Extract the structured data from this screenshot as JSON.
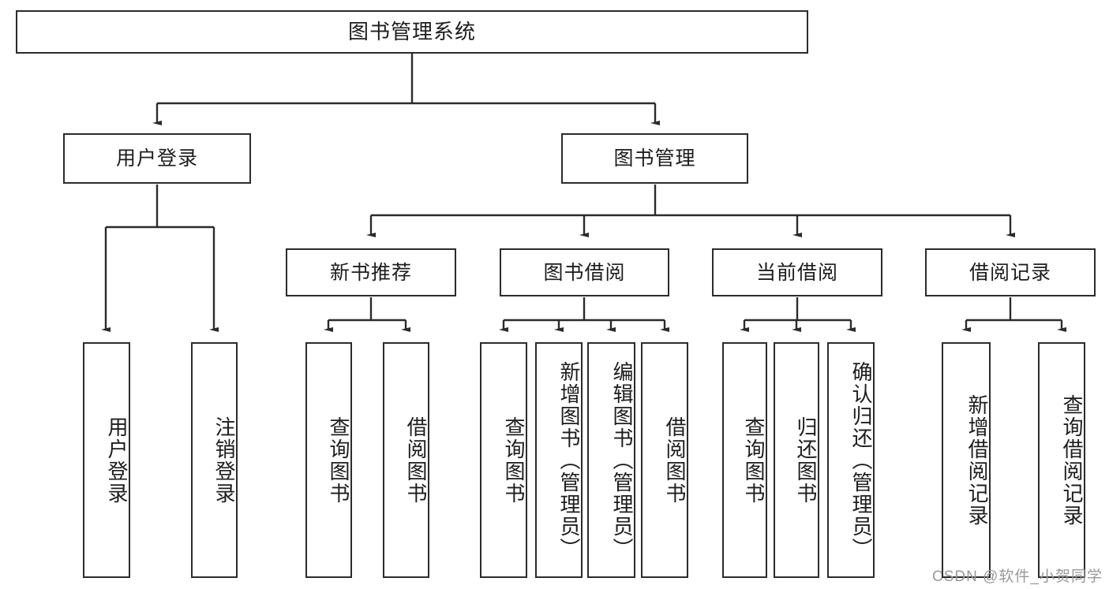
{
  "diagram": {
    "title": "图书管理系统",
    "type": "tree-hierarchy",
    "colors": {
      "box_border": "#2b2b2b",
      "box_fill": "#ffffff",
      "connector": "#2b2b2b",
      "text": "#1d1d1d",
      "watermark": "#9a9a9a"
    },
    "root": {
      "label": "图书管理系统"
    },
    "level2": [
      {
        "label": "用户登录"
      },
      {
        "label": "图书管理"
      }
    ],
    "level3": [
      {
        "label": "新书推荐"
      },
      {
        "label": "图书借阅"
      },
      {
        "label": "当前借阅"
      },
      {
        "label": "借阅记录"
      }
    ],
    "leaves": {
      "user_login": [
        {
          "label": "用户登录"
        },
        {
          "label": "注销登录"
        }
      ],
      "new_book_recommend": [
        {
          "label": "查询图书"
        },
        {
          "label": "借阅图书"
        }
      ],
      "book_borrow": [
        {
          "label": "查询图书"
        },
        {
          "label": "新增图书（管理员）"
        },
        {
          "label": "编辑图书（管理员）"
        },
        {
          "label": "借阅图书"
        }
      ],
      "current_borrow": [
        {
          "label": "查询图书"
        },
        {
          "label": "归还图书"
        },
        {
          "label": "确认归还（管理员）"
        }
      ],
      "borrow_record": [
        {
          "label": "新增借阅记录"
        },
        {
          "label": "查询借阅记录"
        }
      ]
    }
  },
  "watermark": {
    "text": "CSDN @软件_小贺同学"
  }
}
